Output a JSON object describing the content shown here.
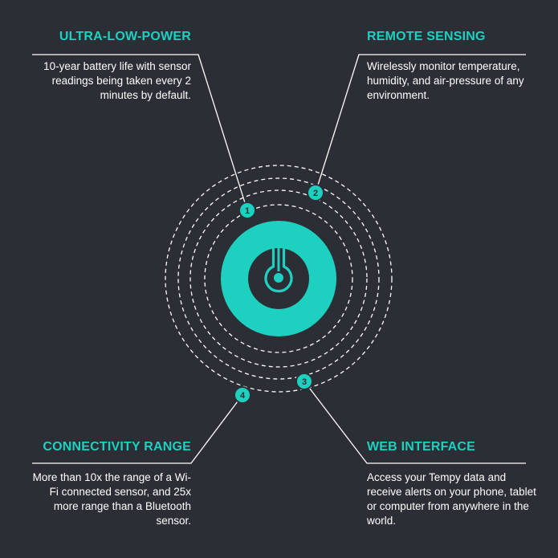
{
  "accent_color": "#1ed0c0",
  "line_color": "#ffffff",
  "background_color": "#2b2e35",
  "center_icon": "thermometer-icon",
  "features": [
    {
      "number": "1",
      "title": "ULTRA-LOW-POWER",
      "text": "10-year battery life with sensor readings being taken every 2 minutes by default."
    },
    {
      "number": "2",
      "title": "REMOTE SENSING",
      "text": "Wirelessly monitor temperature, humidity, and air-pressure of any environment."
    },
    {
      "number": "3",
      "title": "WEB INTERFACE",
      "text": "Access your Tempy data and receive alerts on your phone, tablet or computer from anywhere in the world."
    },
    {
      "number": "4",
      "title": "CONNECTIVITY RANGE",
      "text": "More than 10x the range of a Wi-Fi connected sensor, and 25x more range than a Bluetooth sensor."
    }
  ]
}
